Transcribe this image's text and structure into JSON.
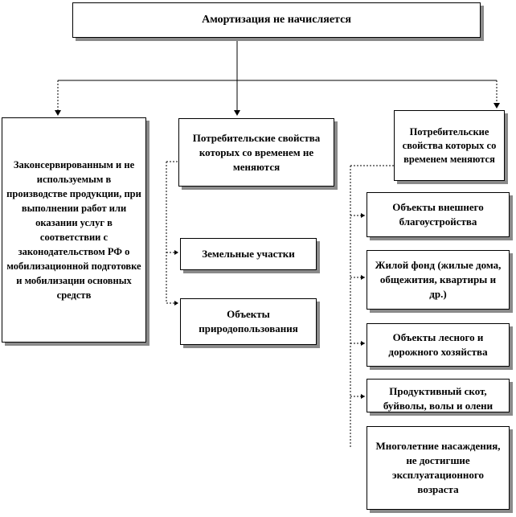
{
  "diagram": {
    "root": "Амортизация не начисляется",
    "left": "Законсервированным и не используемым в производстве продукции, при выполнении работ или оказании услуг в соответствии с законодательством РФ о мобилизационной подготовке и мобилизации основных средств",
    "middle": "Потребительские свойства которых со временем не меняются",
    "middle_children": [
      "Земельные участки",
      "Объекты природопользования"
    ],
    "right": "Потребительские свойства которых со временем меняются",
    "right_children": [
      "Объекты внешнего благоустройства",
      "Жилой фонд (жилые дома, общежития, квартиры и др.)",
      "Объекты лесного и дорожного хозяйства",
      "Продуктивный скот, буйволы, волы и олени",
      "Многолетние насаждения, не достигшие эксплуатационного возраста"
    ]
  }
}
